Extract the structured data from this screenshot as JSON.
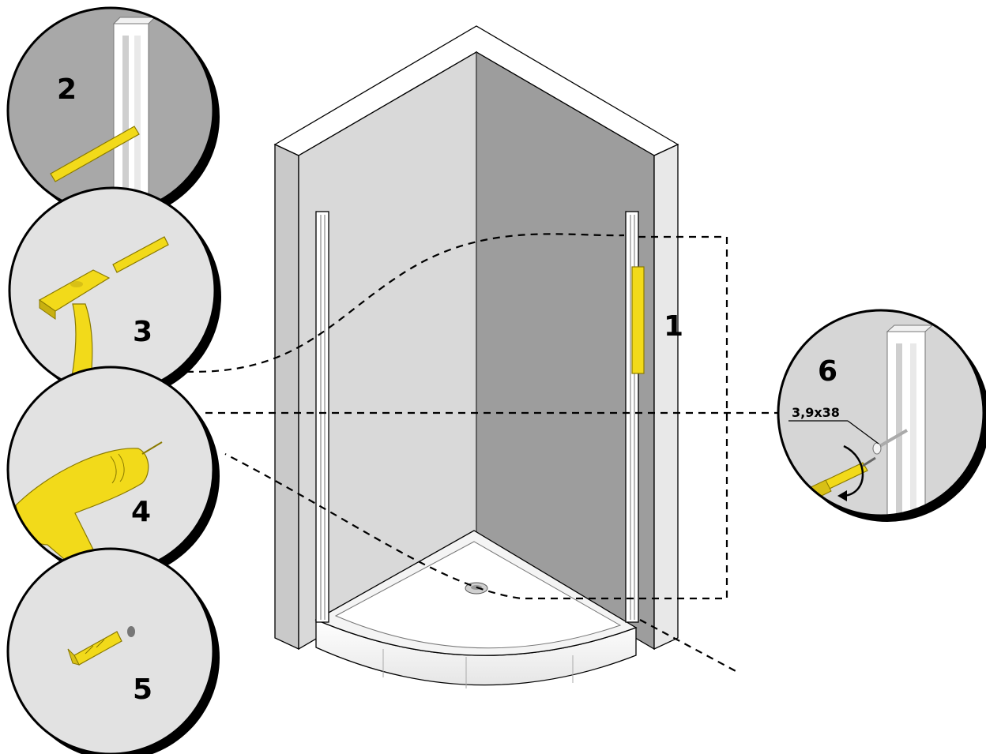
{
  "steps": {
    "step1": "1",
    "step2": "2",
    "step3": "3",
    "step4": "4",
    "step5": "5",
    "step6": "6"
  },
  "screw_spec": "3,9x38",
  "colors": {
    "accent_yellow": "#f2da1a",
    "wall_light": "#d9d9d9",
    "wall_dark": "#9d9d9d",
    "outline": "#000000"
  },
  "icons": [
    "hammer-icon",
    "drill-icon",
    "wall-plug-icon",
    "screwdriver-icon",
    "profile-icon"
  ]
}
